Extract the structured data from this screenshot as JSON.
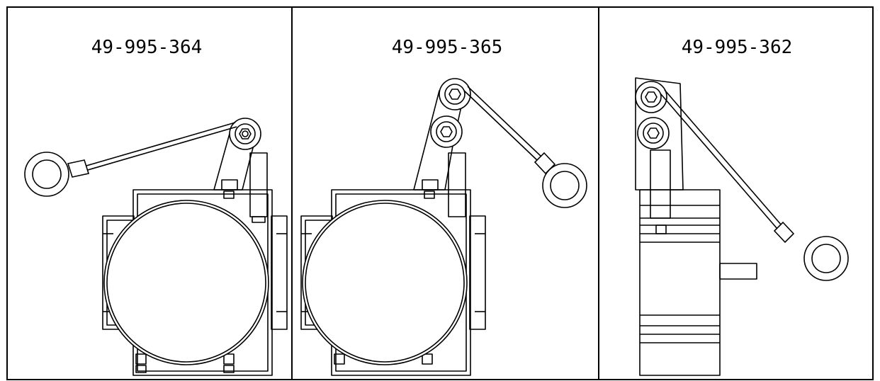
{
  "panels": [
    {
      "id": "364",
      "label": "49-995-364"
    },
    {
      "id": "365",
      "label": "49-995-365"
    },
    {
      "id": "362",
      "label": "49-995-362"
    }
  ]
}
